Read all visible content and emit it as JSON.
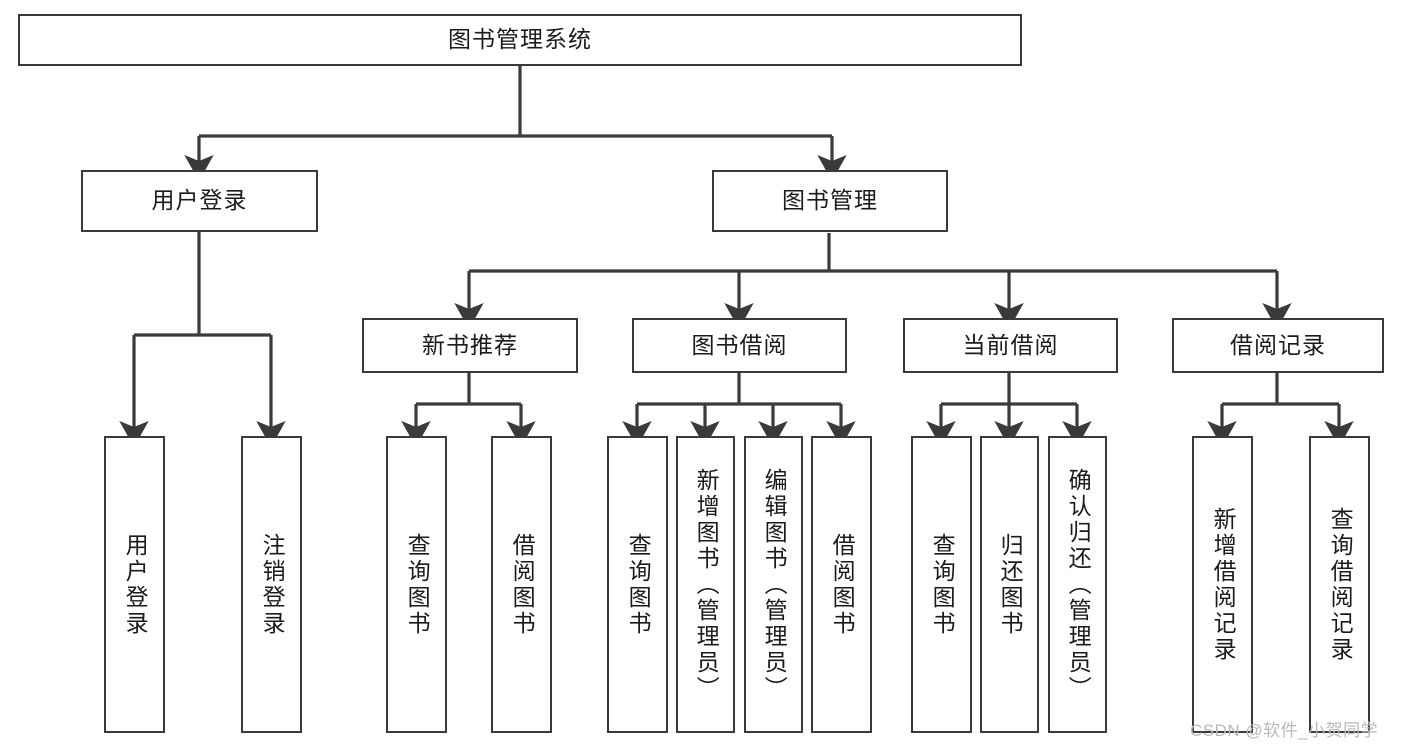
{
  "diagram": {
    "type": "tree-hierarchy-chart",
    "title": "图书管理系统",
    "watermark": "CSDN @软件_小贺同学",
    "colors": {
      "stroke": "#3a3a3a",
      "fill": "#ffffff",
      "text": "#1b1b1b",
      "watermark": "#b9b9b9"
    },
    "levels": [
      {
        "level": 1,
        "nodes": [
          {
            "id": "root",
            "label": "图书管理系统",
            "orientation": "horizontal"
          }
        ]
      },
      {
        "level": 2,
        "nodes": [
          {
            "id": "login",
            "label": "用户登录",
            "orientation": "horizontal",
            "parent": "root"
          },
          {
            "id": "bookmgmt",
            "label": "图书管理",
            "orientation": "horizontal",
            "parent": "root"
          }
        ]
      },
      {
        "level": 3,
        "nodes": [
          {
            "id": "newbook",
            "label": "新书推荐",
            "orientation": "horizontal",
            "parent": "bookmgmt"
          },
          {
            "id": "borrow",
            "label": "图书借阅",
            "orientation": "horizontal",
            "parent": "bookmgmt"
          },
          {
            "id": "current",
            "label": "当前借阅",
            "orientation": "horizontal",
            "parent": "bookmgmt"
          },
          {
            "id": "record",
            "label": "借阅记录",
            "orientation": "horizontal",
            "parent": "bookmgmt"
          }
        ]
      },
      {
        "level": 4,
        "nodes": [
          {
            "id": "leaf1",
            "label": "用户登录",
            "orientation": "vertical",
            "parent": "login"
          },
          {
            "id": "leaf2",
            "label": "注销登录",
            "orientation": "vertical",
            "parent": "login"
          },
          {
            "id": "leaf3",
            "label": "查询图书",
            "orientation": "vertical",
            "parent": "newbook"
          },
          {
            "id": "leaf4",
            "label": "借阅图书",
            "orientation": "vertical",
            "parent": "newbook"
          },
          {
            "id": "leaf5",
            "label": "查询图书",
            "orientation": "vertical",
            "parent": "borrow"
          },
          {
            "id": "leaf6",
            "label": "新增图书（管理员）",
            "orientation": "vertical",
            "parent": "borrow"
          },
          {
            "id": "leaf7",
            "label": "编辑图书（管理员）",
            "orientation": "vertical",
            "parent": "borrow"
          },
          {
            "id": "leaf8",
            "label": "借阅图书",
            "orientation": "vertical",
            "parent": "borrow"
          },
          {
            "id": "leaf9",
            "label": "查询图书",
            "orientation": "vertical",
            "parent": "current"
          },
          {
            "id": "leaf10",
            "label": "归还图书",
            "orientation": "vertical",
            "parent": "current"
          },
          {
            "id": "leaf11",
            "label": "确认归还（管理员）",
            "orientation": "vertical",
            "parent": "current"
          },
          {
            "id": "leaf12",
            "label": "新增借阅记录",
            "orientation": "vertical",
            "parent": "record"
          },
          {
            "id": "leaf13",
            "label": "查询借阅记录",
            "orientation": "vertical",
            "parent": "record"
          }
        ]
      }
    ]
  }
}
